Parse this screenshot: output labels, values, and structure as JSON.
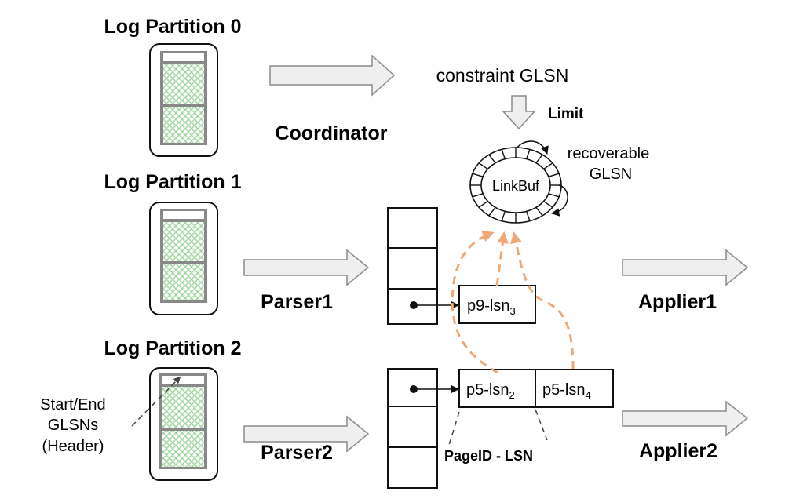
{
  "diagram": {
    "partitions": [
      {
        "label": "Log Partition 0"
      },
      {
        "label": "Log Partition 1"
      },
      {
        "label": "Log Partition 2"
      }
    ],
    "stages": {
      "coordinator": "Coordinator",
      "parser1": "Parser1",
      "parser2": "Parser2",
      "applier1": "Applier1",
      "applier2": "Applier2"
    },
    "constraint_label": "constraint GLSN",
    "limit_label": "Limit",
    "linkbuf_label": "LinkBuf",
    "recoverable_label_line1": "recoverable",
    "recoverable_label_line2": "GLSN",
    "header_annotation": [
      "Start/End",
      "GLSNs",
      "(Header)"
    ],
    "records": {
      "p9": {
        "base": "p9-lsn",
        "sub": "3"
      },
      "p5a": {
        "base": "p5-lsn",
        "sub": "2"
      },
      "p5b": {
        "base": "p5-lsn",
        "sub": "4"
      }
    },
    "pageid_lsn_label": "PageID - LSN",
    "colors": {
      "dependency_arrow": "#f0a878",
      "hatch_green": "#8fd08f",
      "big_arrow_fill": "#efefef",
      "big_arrow_stroke": "#8c8c8c"
    }
  }
}
